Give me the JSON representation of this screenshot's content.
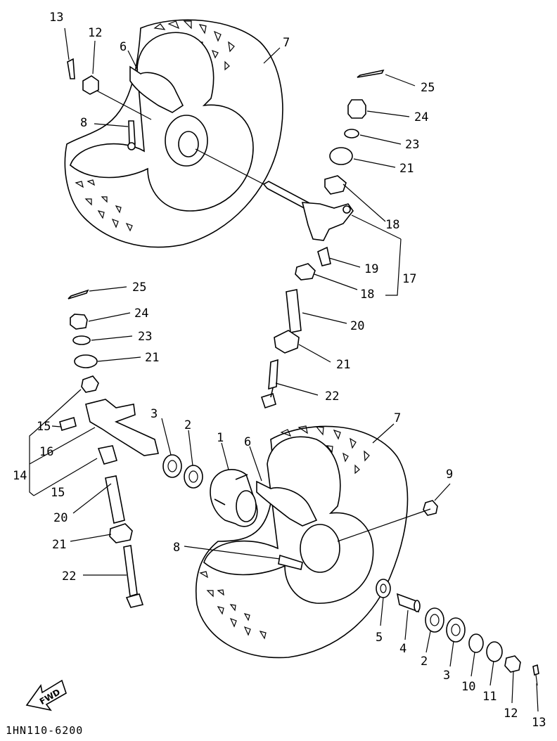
{
  "diagram_code": "1HN110-6200",
  "fwd_label": "FWD",
  "callouts": [
    {
      "id": "c13a",
      "text": "13"
    },
    {
      "id": "c12a",
      "text": "12"
    },
    {
      "id": "c6a",
      "text": "6"
    },
    {
      "id": "c7a",
      "text": "7"
    },
    {
      "id": "c8a",
      "text": "8"
    },
    {
      "id": "c25a",
      "text": "25"
    },
    {
      "id": "c24a",
      "text": "24"
    },
    {
      "id": "c23a",
      "text": "23"
    },
    {
      "id": "c21a",
      "text": "21"
    },
    {
      "id": "c18a",
      "text": "18"
    },
    {
      "id": "c19a",
      "text": "19"
    },
    {
      "id": "c17a",
      "text": "17"
    },
    {
      "id": "c18b",
      "text": "18"
    },
    {
      "id": "c20a",
      "text": "20"
    },
    {
      "id": "c21b",
      "text": "21"
    },
    {
      "id": "c22a",
      "text": "22"
    },
    {
      "id": "c25b",
      "text": "25"
    },
    {
      "id": "c24b",
      "text": "24"
    },
    {
      "id": "c23b",
      "text": "23"
    },
    {
      "id": "c21c",
      "text": "21"
    },
    {
      "id": "c15a",
      "text": "15"
    },
    {
      "id": "c16a",
      "text": "16"
    },
    {
      "id": "c14a",
      "text": "14"
    },
    {
      "id": "c15b",
      "text": "15"
    },
    {
      "id": "c20b",
      "text": "20"
    },
    {
      "id": "c21d",
      "text": "21"
    },
    {
      "id": "c22b",
      "text": "22"
    },
    {
      "id": "c3a",
      "text": "3"
    },
    {
      "id": "c2a",
      "text": "2"
    },
    {
      "id": "c1a",
      "text": "1"
    },
    {
      "id": "c6b",
      "text": "6"
    },
    {
      "id": "c7b",
      "text": "7"
    },
    {
      "id": "c9a",
      "text": "9"
    },
    {
      "id": "c8b",
      "text": "8"
    },
    {
      "id": "c5a",
      "text": "5"
    },
    {
      "id": "c4a",
      "text": "4"
    },
    {
      "id": "c2b",
      "text": "2"
    },
    {
      "id": "c3b",
      "text": "3"
    },
    {
      "id": "c10a",
      "text": "10"
    },
    {
      "id": "c11a",
      "text": "11"
    },
    {
      "id": "c12b",
      "text": "12"
    },
    {
      "id": "c13b",
      "text": "13"
    }
  ]
}
